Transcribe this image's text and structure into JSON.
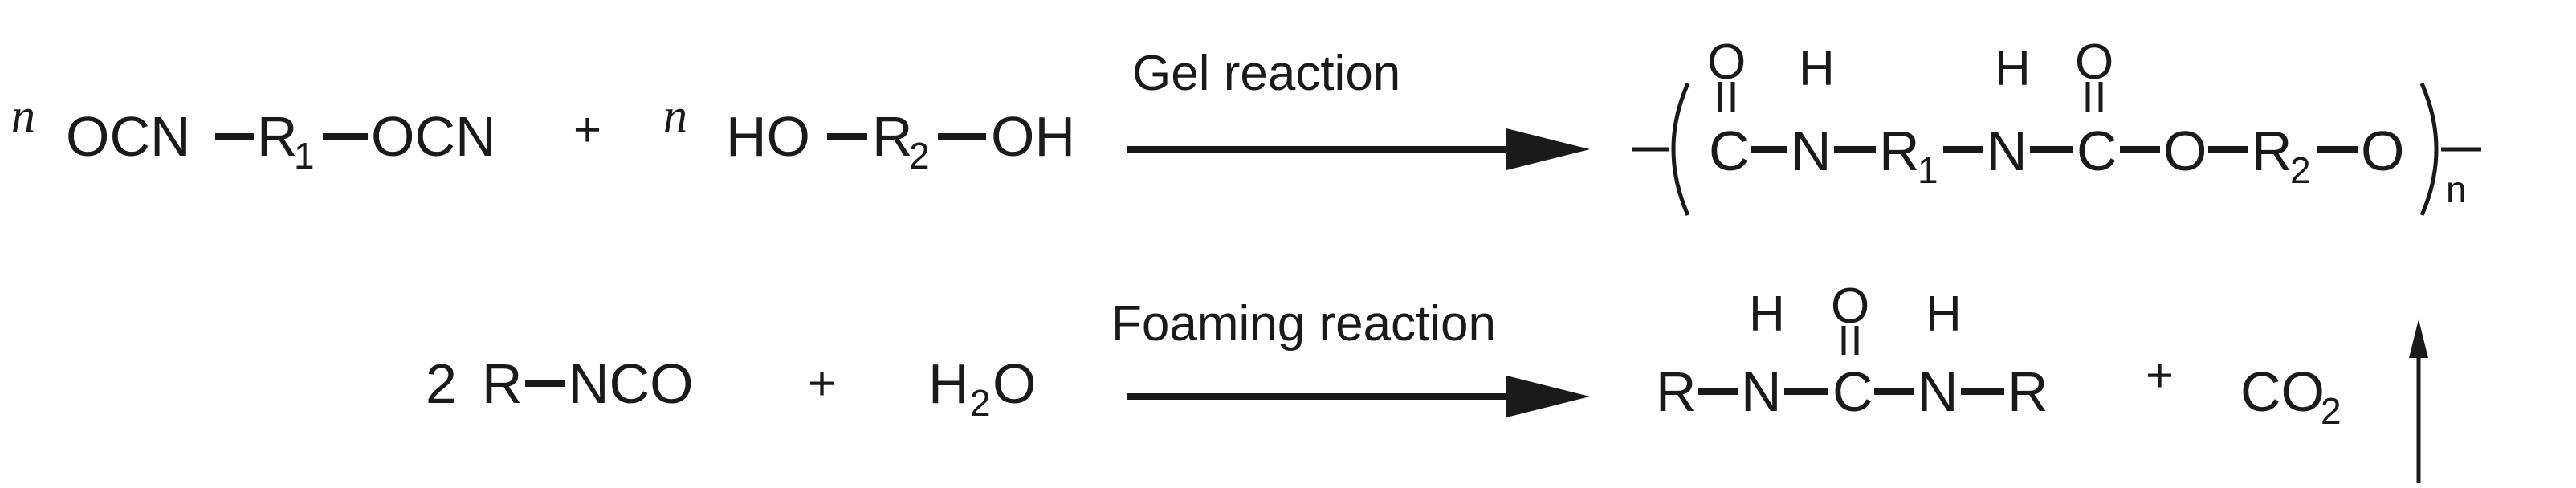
{
  "gel": {
    "n_coef": "n",
    "reagent1": {
      "a": "OCN",
      "r": "R",
      "r_sub": "1",
      "b": "OCN"
    },
    "plus": "+",
    "n_coef2": "n",
    "reagent2": {
      "a": "HO",
      "r": "R",
      "r_sub": "2",
      "b": "OH"
    },
    "arrow_label": "Gel reaction",
    "product": {
      "c1": "C",
      "o1": "O",
      "n1": "N",
      "h1": "H",
      "r1": "R",
      "r1_sub": "1",
      "n2": "N",
      "h2": "H",
      "c2": "C",
      "o2": "O",
      "o3": "O",
      "r2": "R",
      "r2_sub": "2",
      "o4": "O",
      "repeat": "n"
    }
  },
  "foam": {
    "coef": "2",
    "reagent1": {
      "r": "R",
      "group": "NCO"
    },
    "plus": "+",
    "reagent2": {
      "h": "H",
      "h_sub": "2",
      "o": "O"
    },
    "arrow_label": "Foaming reaction",
    "product": {
      "r_left": "R",
      "n1": "N",
      "h1": "H",
      "c": "C",
      "o": "O",
      "n2": "N",
      "h2": "H",
      "r_right": "R"
    },
    "plus2": "+",
    "gas": {
      "co": "CO",
      "sub": "2"
    }
  }
}
